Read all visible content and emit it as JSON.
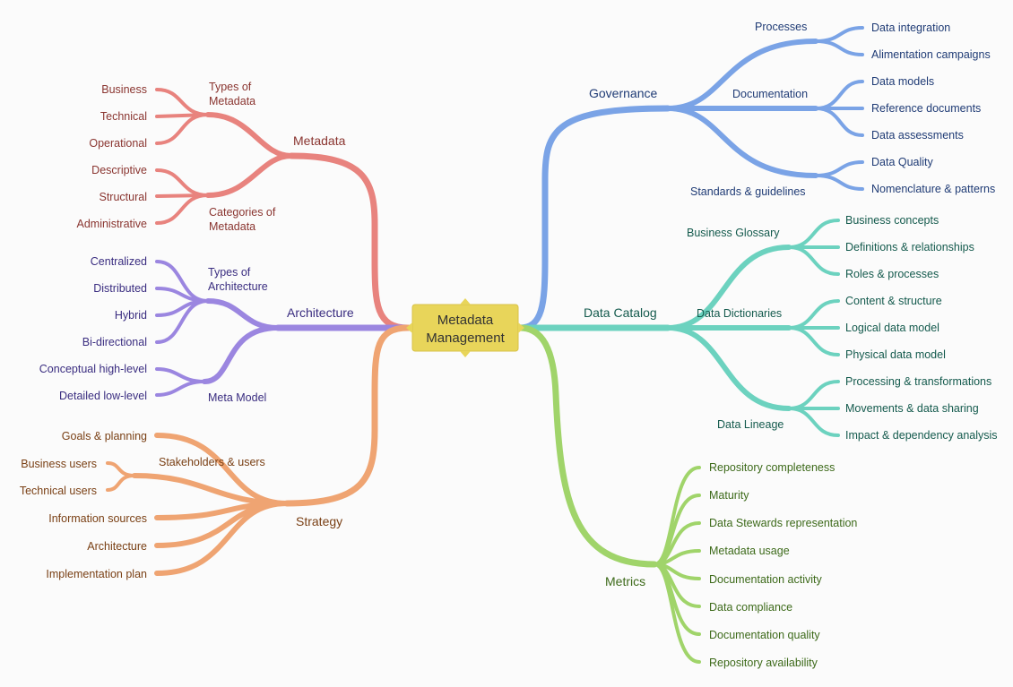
{
  "root": {
    "line1": "Metadata",
    "line2": "Management"
  },
  "colors": {
    "metadata": "#e8837e",
    "architecture": "#9b86e0",
    "strategy": "#efa472",
    "governance": "#7aa3e6",
    "catalog": "#6cd2bf",
    "metrics": "#a0d46a",
    "root_fill": "#e8d55a"
  },
  "metadata": {
    "label": "Metadata",
    "types": {
      "line1": "Types of",
      "line2": "Metadata",
      "leaves": [
        "Business",
        "Technical",
        "Operational"
      ]
    },
    "categories": {
      "line1": "Categories of",
      "line2": "Metadata",
      "leaves": [
        "Descriptive",
        "Structural",
        "Administrative"
      ]
    }
  },
  "architecture": {
    "label": "Architecture",
    "types": {
      "line1": "Types of",
      "line2": "Architecture",
      "leaves": [
        "Centralized",
        "Distributed",
        "Hybrid",
        "Bi-directional"
      ]
    },
    "meta_model": {
      "label": "Meta Model",
      "leaves": [
        "Conceptual high-level",
        "Detailed low-level"
      ]
    }
  },
  "strategy": {
    "label": "Strategy",
    "goals": "Goals & planning",
    "stakeholders": {
      "label": "Stakeholders & users",
      "leaves": [
        "Business users",
        "Technical users"
      ]
    },
    "leaves": [
      "Information sources",
      "Architecture",
      "Implementation plan"
    ]
  },
  "governance": {
    "label": "Governance",
    "processes": {
      "label": "Processes",
      "leaves": [
        "Data integration",
        "Alimentation campaigns"
      ]
    },
    "documentation": {
      "label": "Documentation",
      "leaves": [
        "Data models",
        "Reference documents",
        "Data assessments"
      ]
    },
    "standards": {
      "label": "Standards & guidelines",
      "leaves": [
        "Data Quality",
        "Nomenclature & patterns"
      ]
    }
  },
  "catalog": {
    "label": "Data Catalog",
    "glossary": {
      "label": "Business Glossary",
      "leaves": [
        "Business concepts",
        "Definitions & relationships",
        "Roles & processes"
      ]
    },
    "dictionaries": {
      "label": "Data Dictionaries",
      "leaves": [
        "Content & structure",
        "Logical data model",
        "Physical data model"
      ]
    },
    "lineage": {
      "label": "Data Lineage",
      "leaves": [
        "Processing & transformations",
        "Movements & data sharing",
        "Impact & dependency analysis"
      ]
    }
  },
  "metrics": {
    "label": "Metrics",
    "leaves": [
      "Repository completeness",
      "Maturity",
      "Data Stewards representation",
      "Metadata usage",
      "Documentation activity",
      "Data compliance",
      "Documentation quality",
      "Repository availability"
    ]
  }
}
